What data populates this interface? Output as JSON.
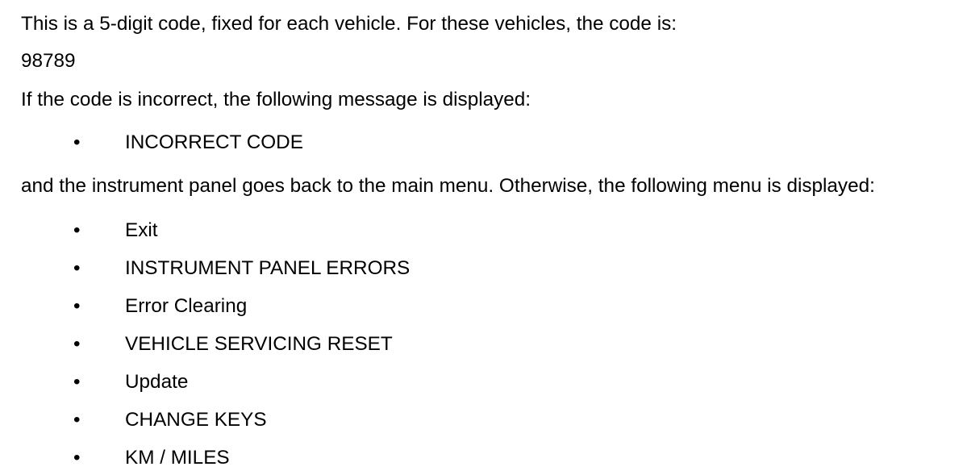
{
  "paragraphs": {
    "intro": "This is a 5-digit code, fixed for each vehicle. For these vehicles, the code is:",
    "code": "98789",
    "incorrect_intro": "If the code is incorrect, the following message is displayed:",
    "after_message": "and the instrument panel goes back to the main menu. Otherwise, the following menu is displayed:"
  },
  "bullet_glyph": "•",
  "message_list": [
    "INCORRECT CODE"
  ],
  "menu_list": [
    "Exit",
    "INSTRUMENT PANEL ERRORS",
    "Error Clearing",
    "VEHICLE SERVICING RESET",
    "Update",
    "CHANGE KEYS",
    "KM / MILES"
  ]
}
